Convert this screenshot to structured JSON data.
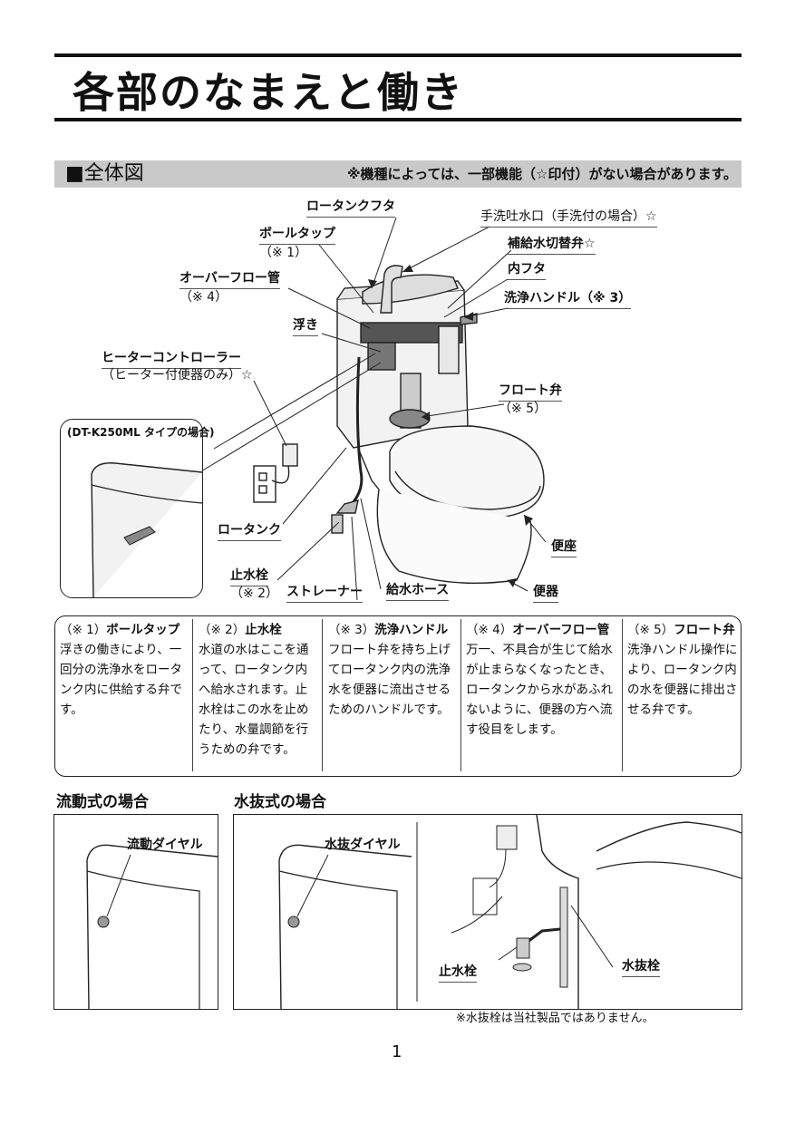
{
  "title": "各部のなまえと働き",
  "section": {
    "title": "■全体図",
    "note": "※機種によっては、一部機能（☆印付）がない場合があります。"
  },
  "labels": {
    "tank_lid": "ロータンクフタ",
    "hand_wash_spout": "手洗吐水口（手洗付の場合）☆",
    "ball_tap": "ボールタップ",
    "ball_tap_ref": "（※ 1）",
    "refill_valve": "補給水切替弁☆",
    "overflow_pipe": "オーバーフロー管",
    "overflow_ref": "（※ 4）",
    "inner_lid": "内フタ",
    "flush_handle": "洗浄ハンドル（※ 3）",
    "float": "浮き",
    "heater_controller": "ヒーターコントローラー",
    "heater_note": "（ヒーター付便器のみ）☆",
    "flapper": "フロート弁",
    "flapper_ref": "（※ 5）",
    "inset_title": "(DT-K250ML タイプの場合)",
    "low_tank": "ロータンク",
    "seat": "便座",
    "stop_valve": "止水栓",
    "stop_valve_ref": "（※ 2）",
    "strainer": "ストレーナー",
    "supply_hose": "給水ホース",
    "bowl": "便器"
  },
  "notes": [
    {
      "ref": "（※ 1）",
      "name": "ボールタップ",
      "body": "浮きの働きにより、一回分の洗浄水をロータンク内に供給する弁です。"
    },
    {
      "ref": "（※ 2）",
      "name": "止水栓",
      "body": "水道の水はここを通って、ロータンク内へ給水されます。止水栓はこの水を止めたり、水量調節を行うための弁です。"
    },
    {
      "ref": "（※ 3）",
      "name": "洗浄ハンドル",
      "body": "フロート弁を持ち上げてロータンク内の洗浄水を便器に流出させるためのハンドルです。"
    },
    {
      "ref": "（※ 4）",
      "name": "オーバーフロー管",
      "body": "万一、不具合が生じて給水が止まらなくなったとき、ロータンクから水があふれないように、便器の方へ流す役目をします。"
    },
    {
      "ref": "（※ 5）",
      "name": "フロート弁",
      "body": "洗浄ハンドル操作により、ロータンク内の水を便器に排出させる弁です。"
    }
  ],
  "flow_type": {
    "heading": "流動式の場合",
    "dial": "流動ダイヤル"
  },
  "drain_type": {
    "heading": "水抜式の場合",
    "dial": "水抜ダイヤル",
    "stop_valve": "止水栓",
    "drain_plug": "水抜栓",
    "footnote": "※水抜栓は当社製品ではありません。"
  },
  "page_number": "1"
}
